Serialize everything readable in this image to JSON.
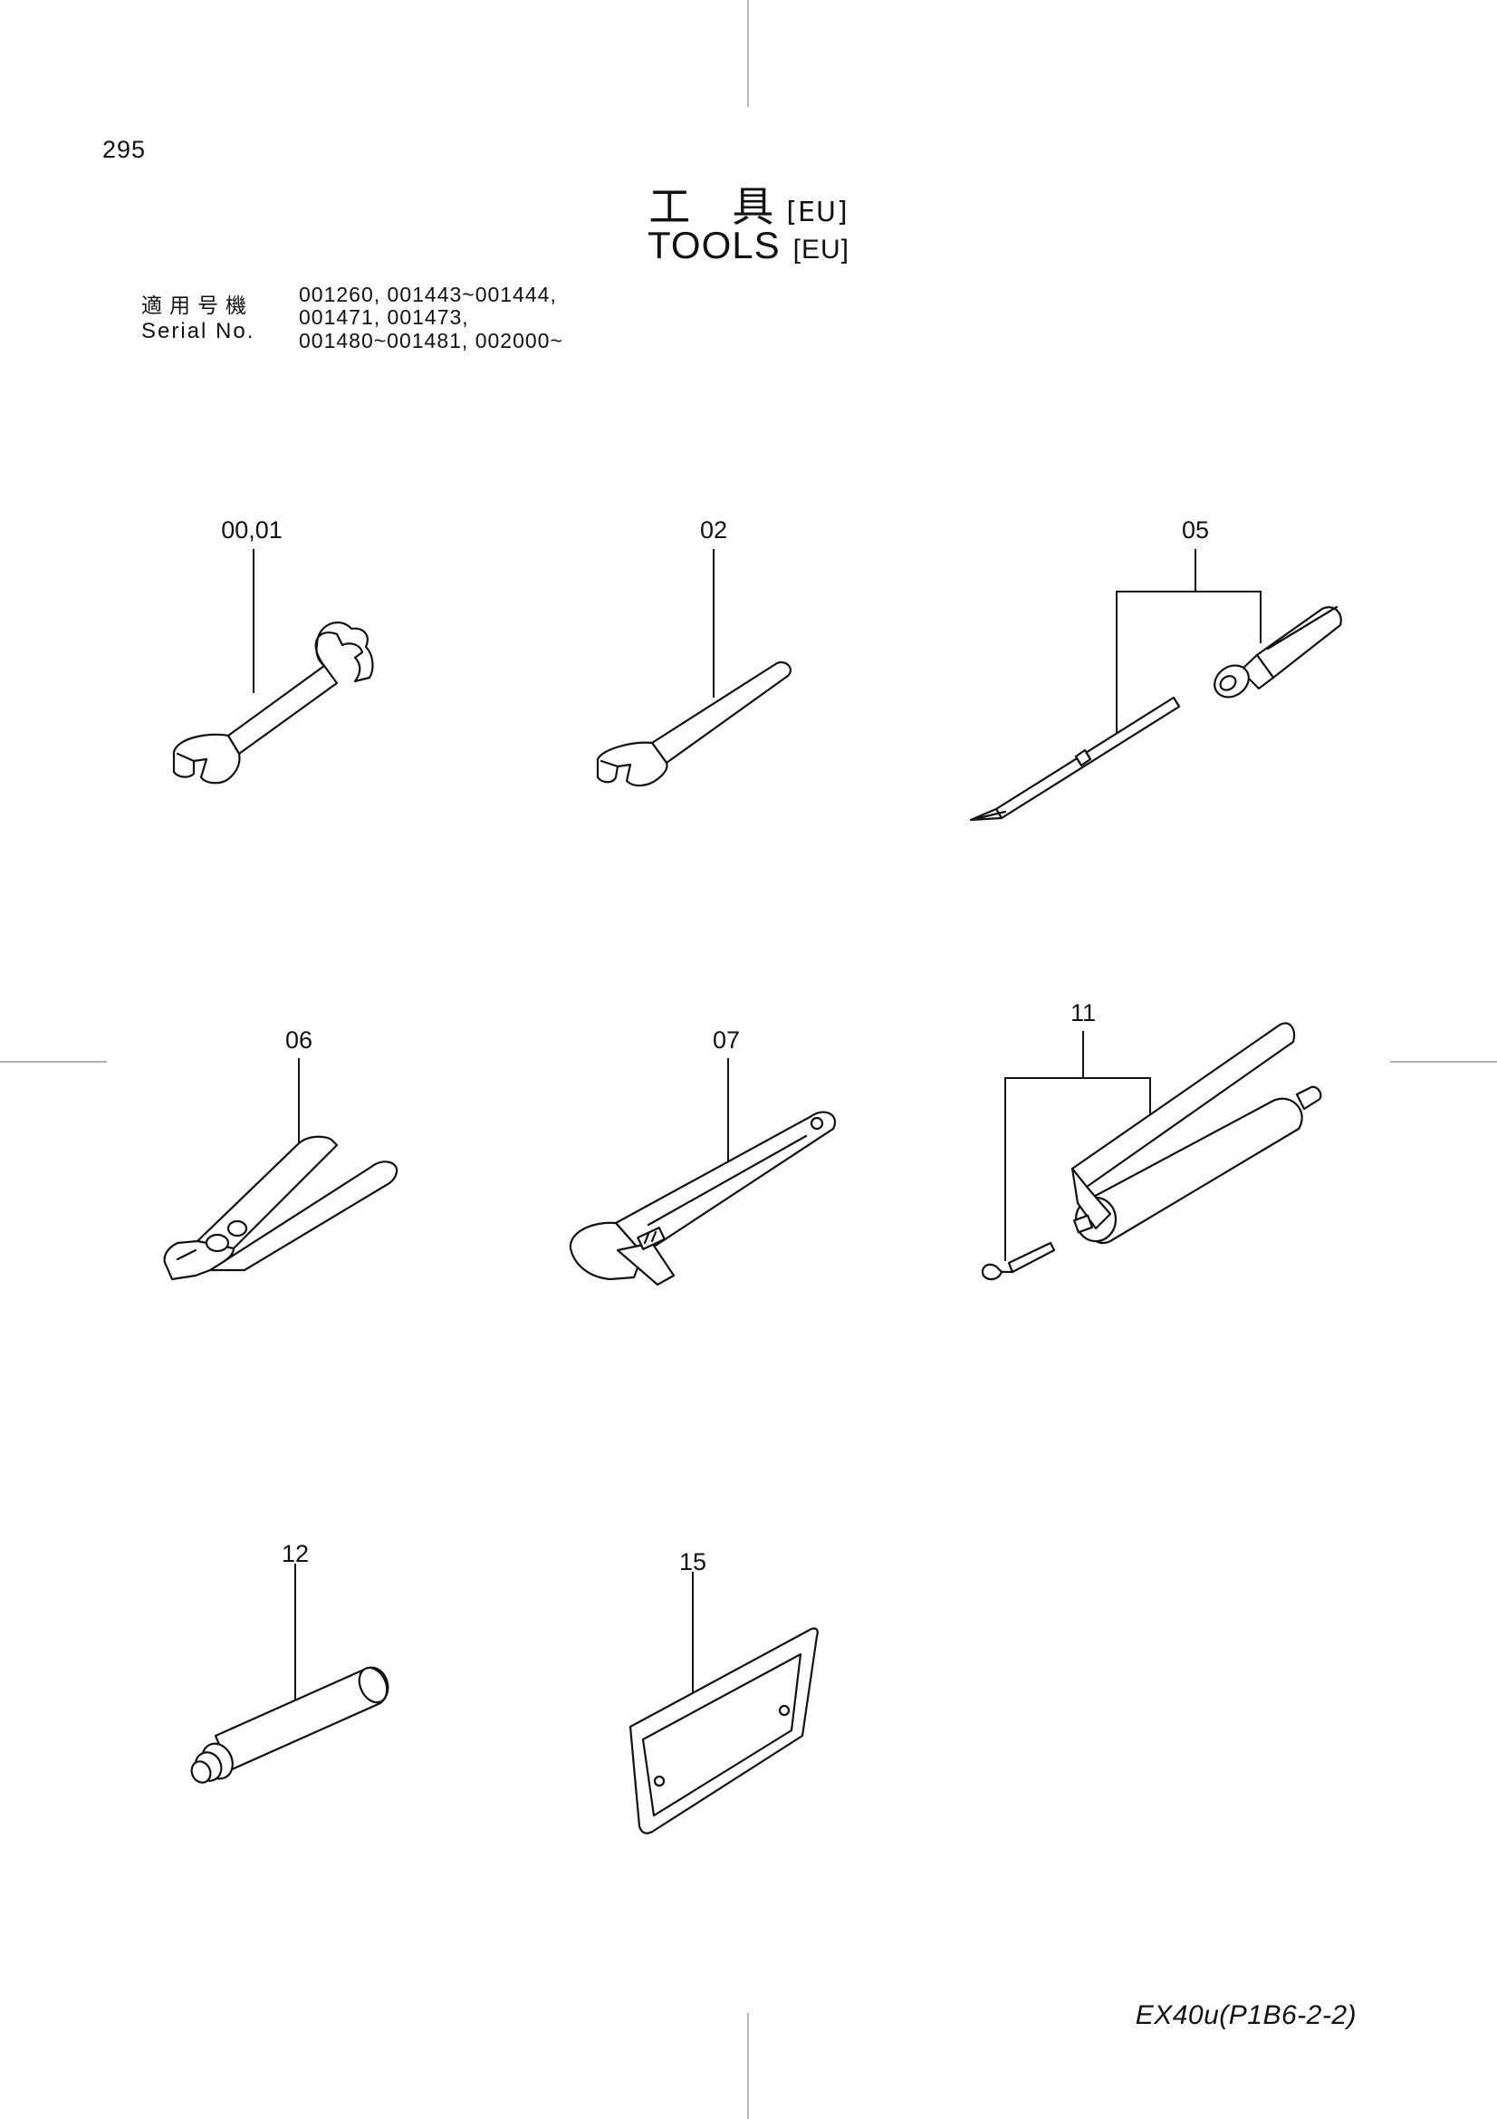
{
  "page": {
    "number": "295",
    "doc_code": "EX40u(P1B6-2-2)"
  },
  "title": {
    "jp": "工　具",
    "en": "TOOLS",
    "tag": "[EU]"
  },
  "serial": {
    "label_jp": "適用号機",
    "label_en": "Serial No.",
    "lines": [
      "001260, 001443~001444,",
      "001471, 001473,",
      "001480~001481, 002000~"
    ]
  },
  "callouts": {
    "wrench_double": "00,01",
    "wrench_single": "02",
    "screwdriver_set": "05",
    "pliers": "06",
    "adjustable_wrench": "07",
    "grease_gun_set": "11",
    "cartridge": "12",
    "holder": "15"
  }
}
